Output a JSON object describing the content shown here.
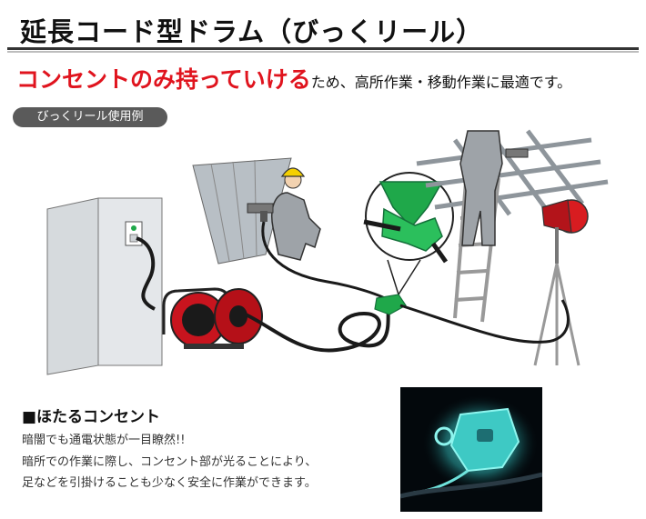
{
  "title": "延長コード型ドラム（びっくリール）",
  "headline": {
    "emphasis": "コンセントのみ持っていける",
    "rest": "ため、高所作業・移動作業に最適です。"
  },
  "usage_tag": "びっくリール使用例",
  "feature": {
    "title": "■ほたるコンセント",
    "lines": [
      "暗闇でも通電状態が一目瞭然!!",
      "暗所での作業に際し、コンセント部が光ることにより、",
      "足などを引掛けることも少なく安全に作業ができます。"
    ]
  },
  "colors": {
    "emphasis": "#e0141e",
    "outlet_green": "#1fa84a",
    "helmet_yellow": "#f5d000",
    "drum_red": "#c8141e",
    "light_red": "#d81c20",
    "glow": "#3ec9c4"
  },
  "icons": [
    "wall-outlet-icon",
    "cord-reel-icon",
    "power-tool-icon",
    "outlet-connector-icon",
    "stepladder-icon",
    "work-light-icon"
  ]
}
